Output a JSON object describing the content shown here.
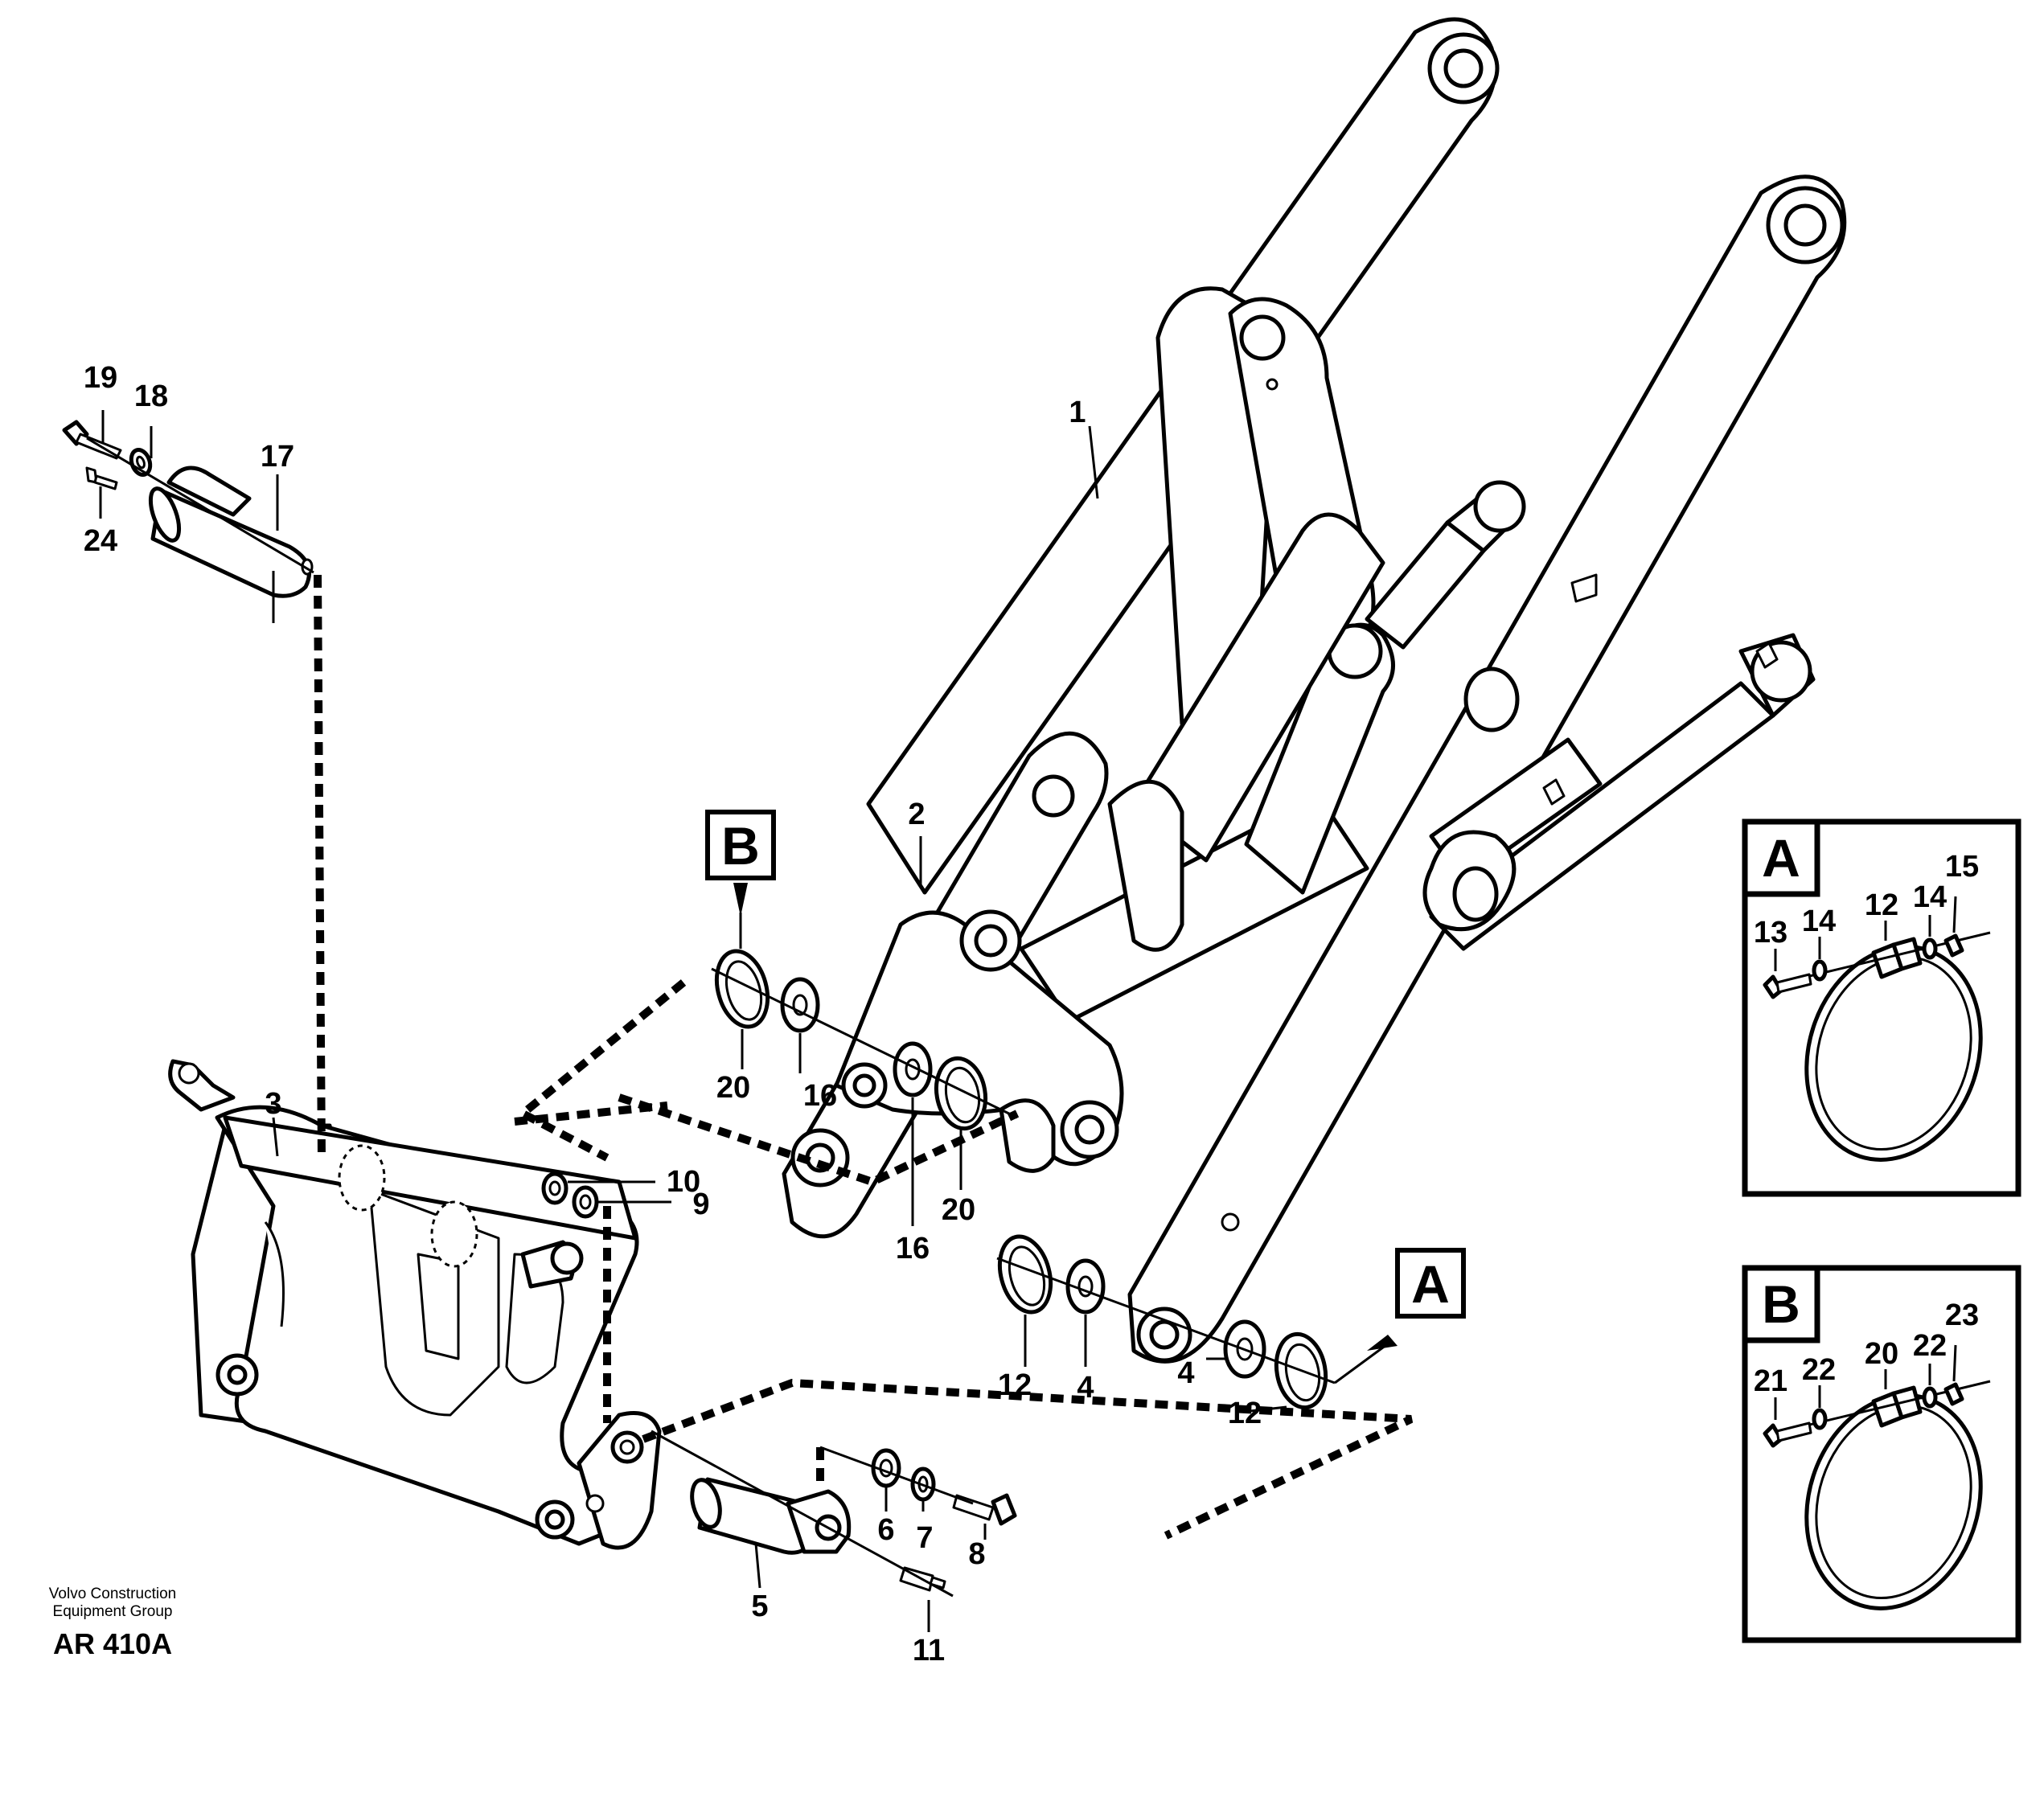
{
  "callouts": {
    "c1": "1",
    "c2": "2",
    "c3": "3",
    "c4a": "4",
    "c4b": "4",
    "c5": "5",
    "c6": "6",
    "c7": "7",
    "c8": "8",
    "c9": "9",
    "c10": "10",
    "c11": "11",
    "c12a": "12",
    "c12b": "12",
    "c16a": "16",
    "c16b": "16",
    "c17": "17",
    "c18": "18",
    "c19": "19",
    "c20a": "20",
    "c20b": "20",
    "c24": "24"
  },
  "flags": {
    "flag_a": "A",
    "flag_b": "B"
  },
  "detail_a": {
    "title": "A",
    "labels": {
      "n13": "13",
      "n14l": "14",
      "n12": "12",
      "n14r": "14",
      "n15": "15"
    }
  },
  "detail_b": {
    "title": "B",
    "labels": {
      "n21": "21",
      "n22l": "22",
      "n20": "20",
      "n22r": "22",
      "n23": "23"
    }
  },
  "footer": {
    "credit_line1": "Volvo Construction",
    "credit_line2": "Equipment Group",
    "code": "AR 410A"
  }
}
